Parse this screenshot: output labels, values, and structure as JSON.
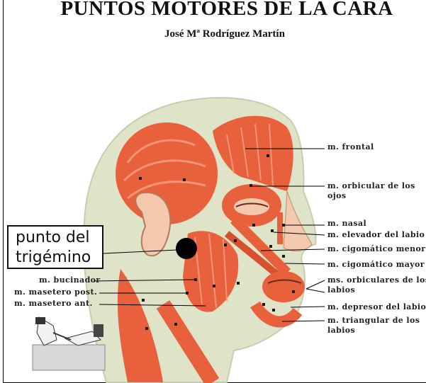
{
  "header": {
    "title": "PUNTOS MOTORES DE LA CARA",
    "author": "José Mª Rodríguez Martín"
  },
  "callout": {
    "line1": "punto del",
    "line2": "trigémino"
  },
  "labels_right": {
    "frontal": "m. frontal",
    "orbicular_ojos": "m. orbicular de los ojos",
    "nasal": "m. nasal",
    "elevador_labio": "m. elevador del labio",
    "cigomatico_menor": "m. cigomático menor",
    "cigomatico_mayor": "m. cigomático mayor",
    "orbiculares_labios": "ms. orbiculares de los labios",
    "depresor_labio": "m. depresor del labio",
    "triangular_labios": "m. triangular de los labios"
  },
  "labels_left": {
    "bucinador": "m. bucinador",
    "masetero_post": "m. masetero post.",
    "masetero_ant": "m. masetero ant."
  },
  "colors": {
    "muscle": "#e8603c",
    "muscle_light": "#f3957a",
    "skull": "#dfe3c8",
    "skin": "#f2c9ad",
    "text": "#111111"
  }
}
